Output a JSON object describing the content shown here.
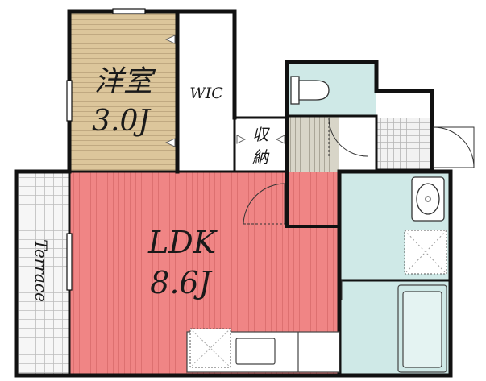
{
  "rooms": {
    "western_room": {
      "name": "洋室",
      "size": "3.0J",
      "color": "#dcc69b"
    },
    "ldk": {
      "name": "LDK",
      "size": "8.6J",
      "color": "#f08585"
    },
    "wic": {
      "name": "WIC"
    },
    "storage": {
      "line1": "収",
      "line2": "納"
    },
    "terrace": {
      "name": "Terrace"
    }
  },
  "colors": {
    "wall": "#111111",
    "water_area": "#cfe9e7",
    "corridor": "#d8d5c8",
    "terrace_tile": "#f4f4f4"
  },
  "icons": [
    "toilet-icon",
    "sink-icon",
    "washer-pan-icon",
    "kitchen-sink-icon",
    "stove-icon",
    "bathtub-icon",
    "door-swing-icon"
  ]
}
